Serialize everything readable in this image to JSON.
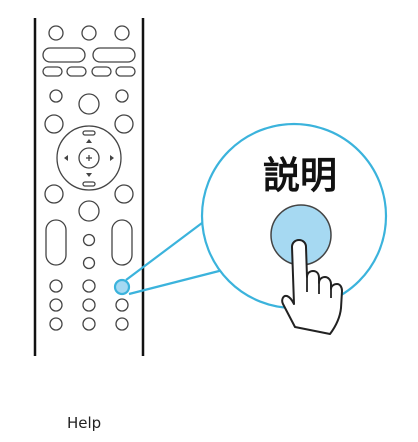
{
  "zoom_label": "説明",
  "caption": "Help",
  "colors": {
    "highlight_stroke": "#3bb3dc",
    "button_fill": "#a6d9f2",
    "outline": "#444444",
    "remote_edge": "#111111"
  },
  "icons": [
    "remote-control",
    "help-button",
    "pointing-hand-icon"
  ]
}
